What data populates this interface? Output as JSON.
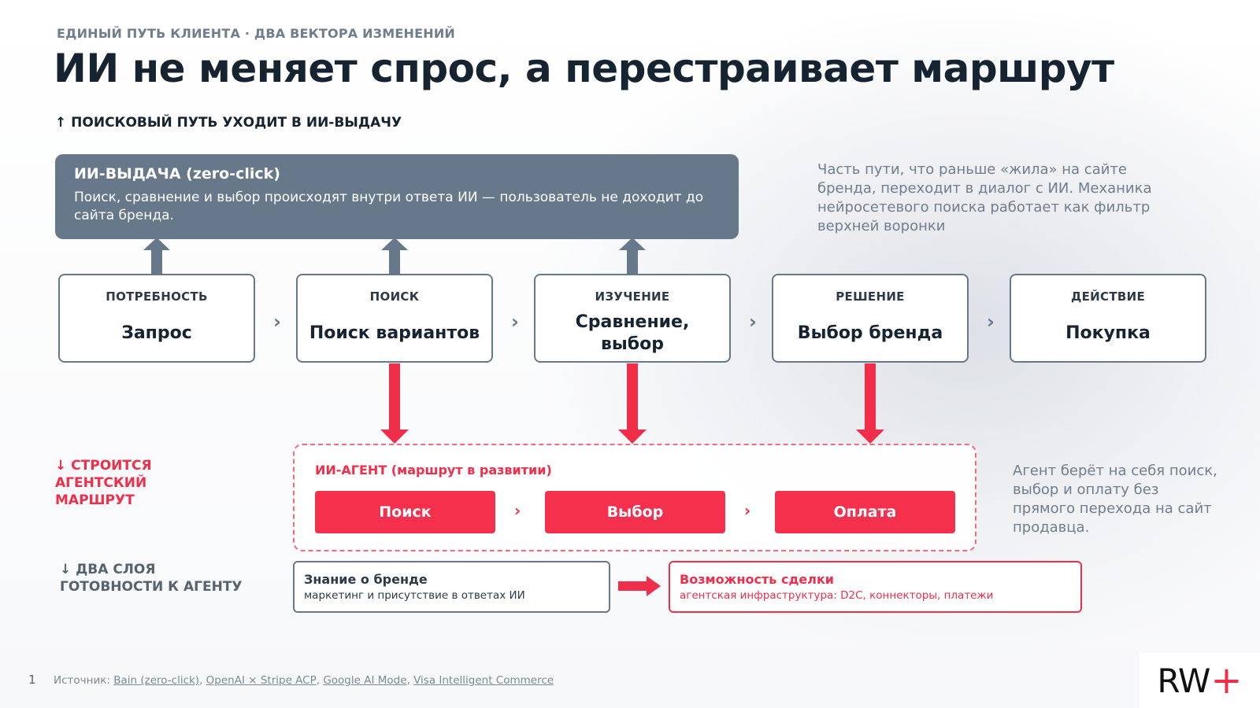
{
  "header": {
    "kicker": "ЕДИНЫЙ ПУТЬ КЛИЕНТА · ДВА ВЕКТОРА ИЗМЕНЕНИЙ",
    "title": "ИИ не меняет спрос, а перестраивает маршрут"
  },
  "search_path": {
    "label": "↑ ПОИСКОВЫЙ ПУТЬ УХОДИТ В ИИ-ВЫДАЧУ",
    "panel_title": "ИИ-ВЫДАЧА (zero-click)",
    "panel_text": "Поиск, сравнение и выбор происходят внутри ответа ИИ — пользователь не доходит до сайта бренда.",
    "note": "Часть пути, что раньше «жила» на сайте бренда, переходит  в диалог с ИИ. Механика нейросетевого поиска работает как фильтр верхней воронки"
  },
  "stages": [
    {
      "label": "ПОТРЕБНОСТЬ",
      "value": "Запрос"
    },
    {
      "label": "ПОИСК",
      "value": "Поиск вариантов"
    },
    {
      "label": "ИЗУЧЕНИЕ",
      "value": "Сравнение, выбор"
    },
    {
      "label": "РЕШЕНИЕ",
      "value": "Выбор бренда"
    },
    {
      "label": "ДЕЙСТВИЕ",
      "value": "Покупка"
    }
  ],
  "separator": "›",
  "agent": {
    "section_label": "↓ СТРОИТСЯ АГЕНТСКИЙ МАРШРУТ",
    "title": "ИИ-АГЕНТ (маршрут в развитии)",
    "steps": [
      "Поиск",
      "Выбор",
      "Оплата"
    ],
    "note": "Агент берёт на себя поиск, выбор и оплату без прямого перехода на сайт продавца."
  },
  "readiness": {
    "section_label": "↓ ДВА СЛОЯ ГОТОВНОСТИ К АГЕНТУ",
    "layers": [
      {
        "title": "Знание о бренде",
        "subtitle": "маркетинг и присутствие в ответах ИИ"
      },
      {
        "title": "Возможность сделки",
        "subtitle": "агентская инфраструктура: D2C, коннекторы, платежи"
      }
    ]
  },
  "footer": {
    "page_number": "1",
    "source_prefix": "Источник: ",
    "sources": [
      "Bain (zero-click)",
      "OpenAI × Stripe ACP",
      "Google AI Mode",
      "Visa Intelligent Commerce"
    ],
    "source_separator": ", ",
    "logo_text": "RW",
    "logo_plus": "+"
  },
  "colors": {
    "accent_red": "#f02e4a",
    "slate": "#67788a",
    "ink": "#162330",
    "muted": "#6f7d8c"
  }
}
